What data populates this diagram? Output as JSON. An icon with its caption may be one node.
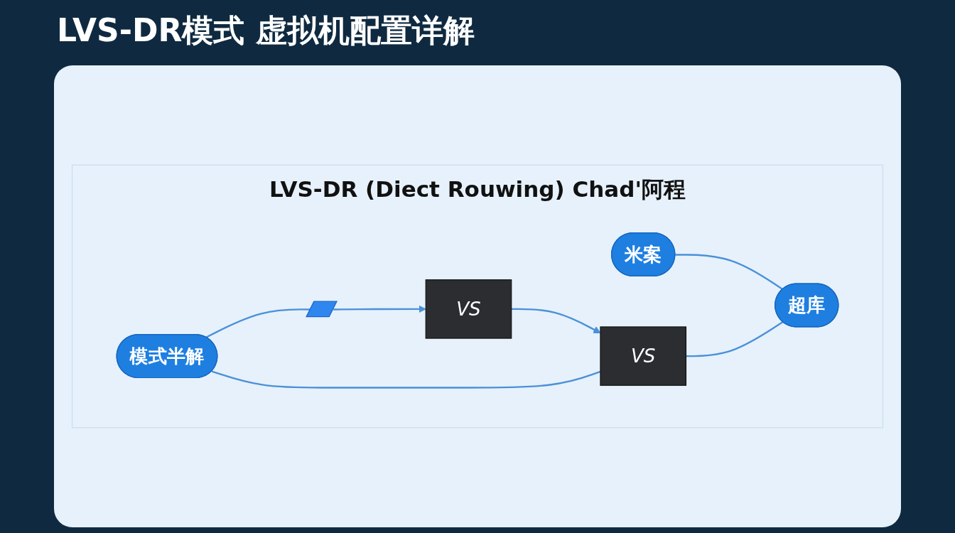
{
  "diagram": {
    "title": "LVS-DR模式 虚拟机配置详解",
    "nodes": [
      {
        "text": [
          "LVS-DR (Diect Rouwing) Chad'阿程"
        ]
      },
      {
        "text": [
          "模式半解"
        ],
        "in": 0
      },
      {
        "text": [],
        "shape": "box",
        "in": 0
      },
      {
        "text": [
          "VS"
        ],
        "in": 0
      },
      {
        "text": [
          "VS"
        ],
        "in": 0
      },
      {
        "text": [
          "米案"
        ],
        "in": 0
      },
      {
        "text": [
          "超库"
        ],
        "in": 0
      }
    ],
    "edges": [
      {
        "from": 2,
        "to": 3,
        "arrow": "to"
      },
      {
        "from": 3,
        "to": 4,
        "arrow": "to"
      },
      {
        "from": 1,
        "to": 2,
        "arrow": "none"
      },
      {
        "from": 1,
        "to": 4,
        "arrow": "none"
      },
      {
        "from": 5,
        "to": 6,
        "arrow": "none"
      },
      {
        "from": 4,
        "to": 6,
        "arrow": "none"
      }
    ]
  }
}
